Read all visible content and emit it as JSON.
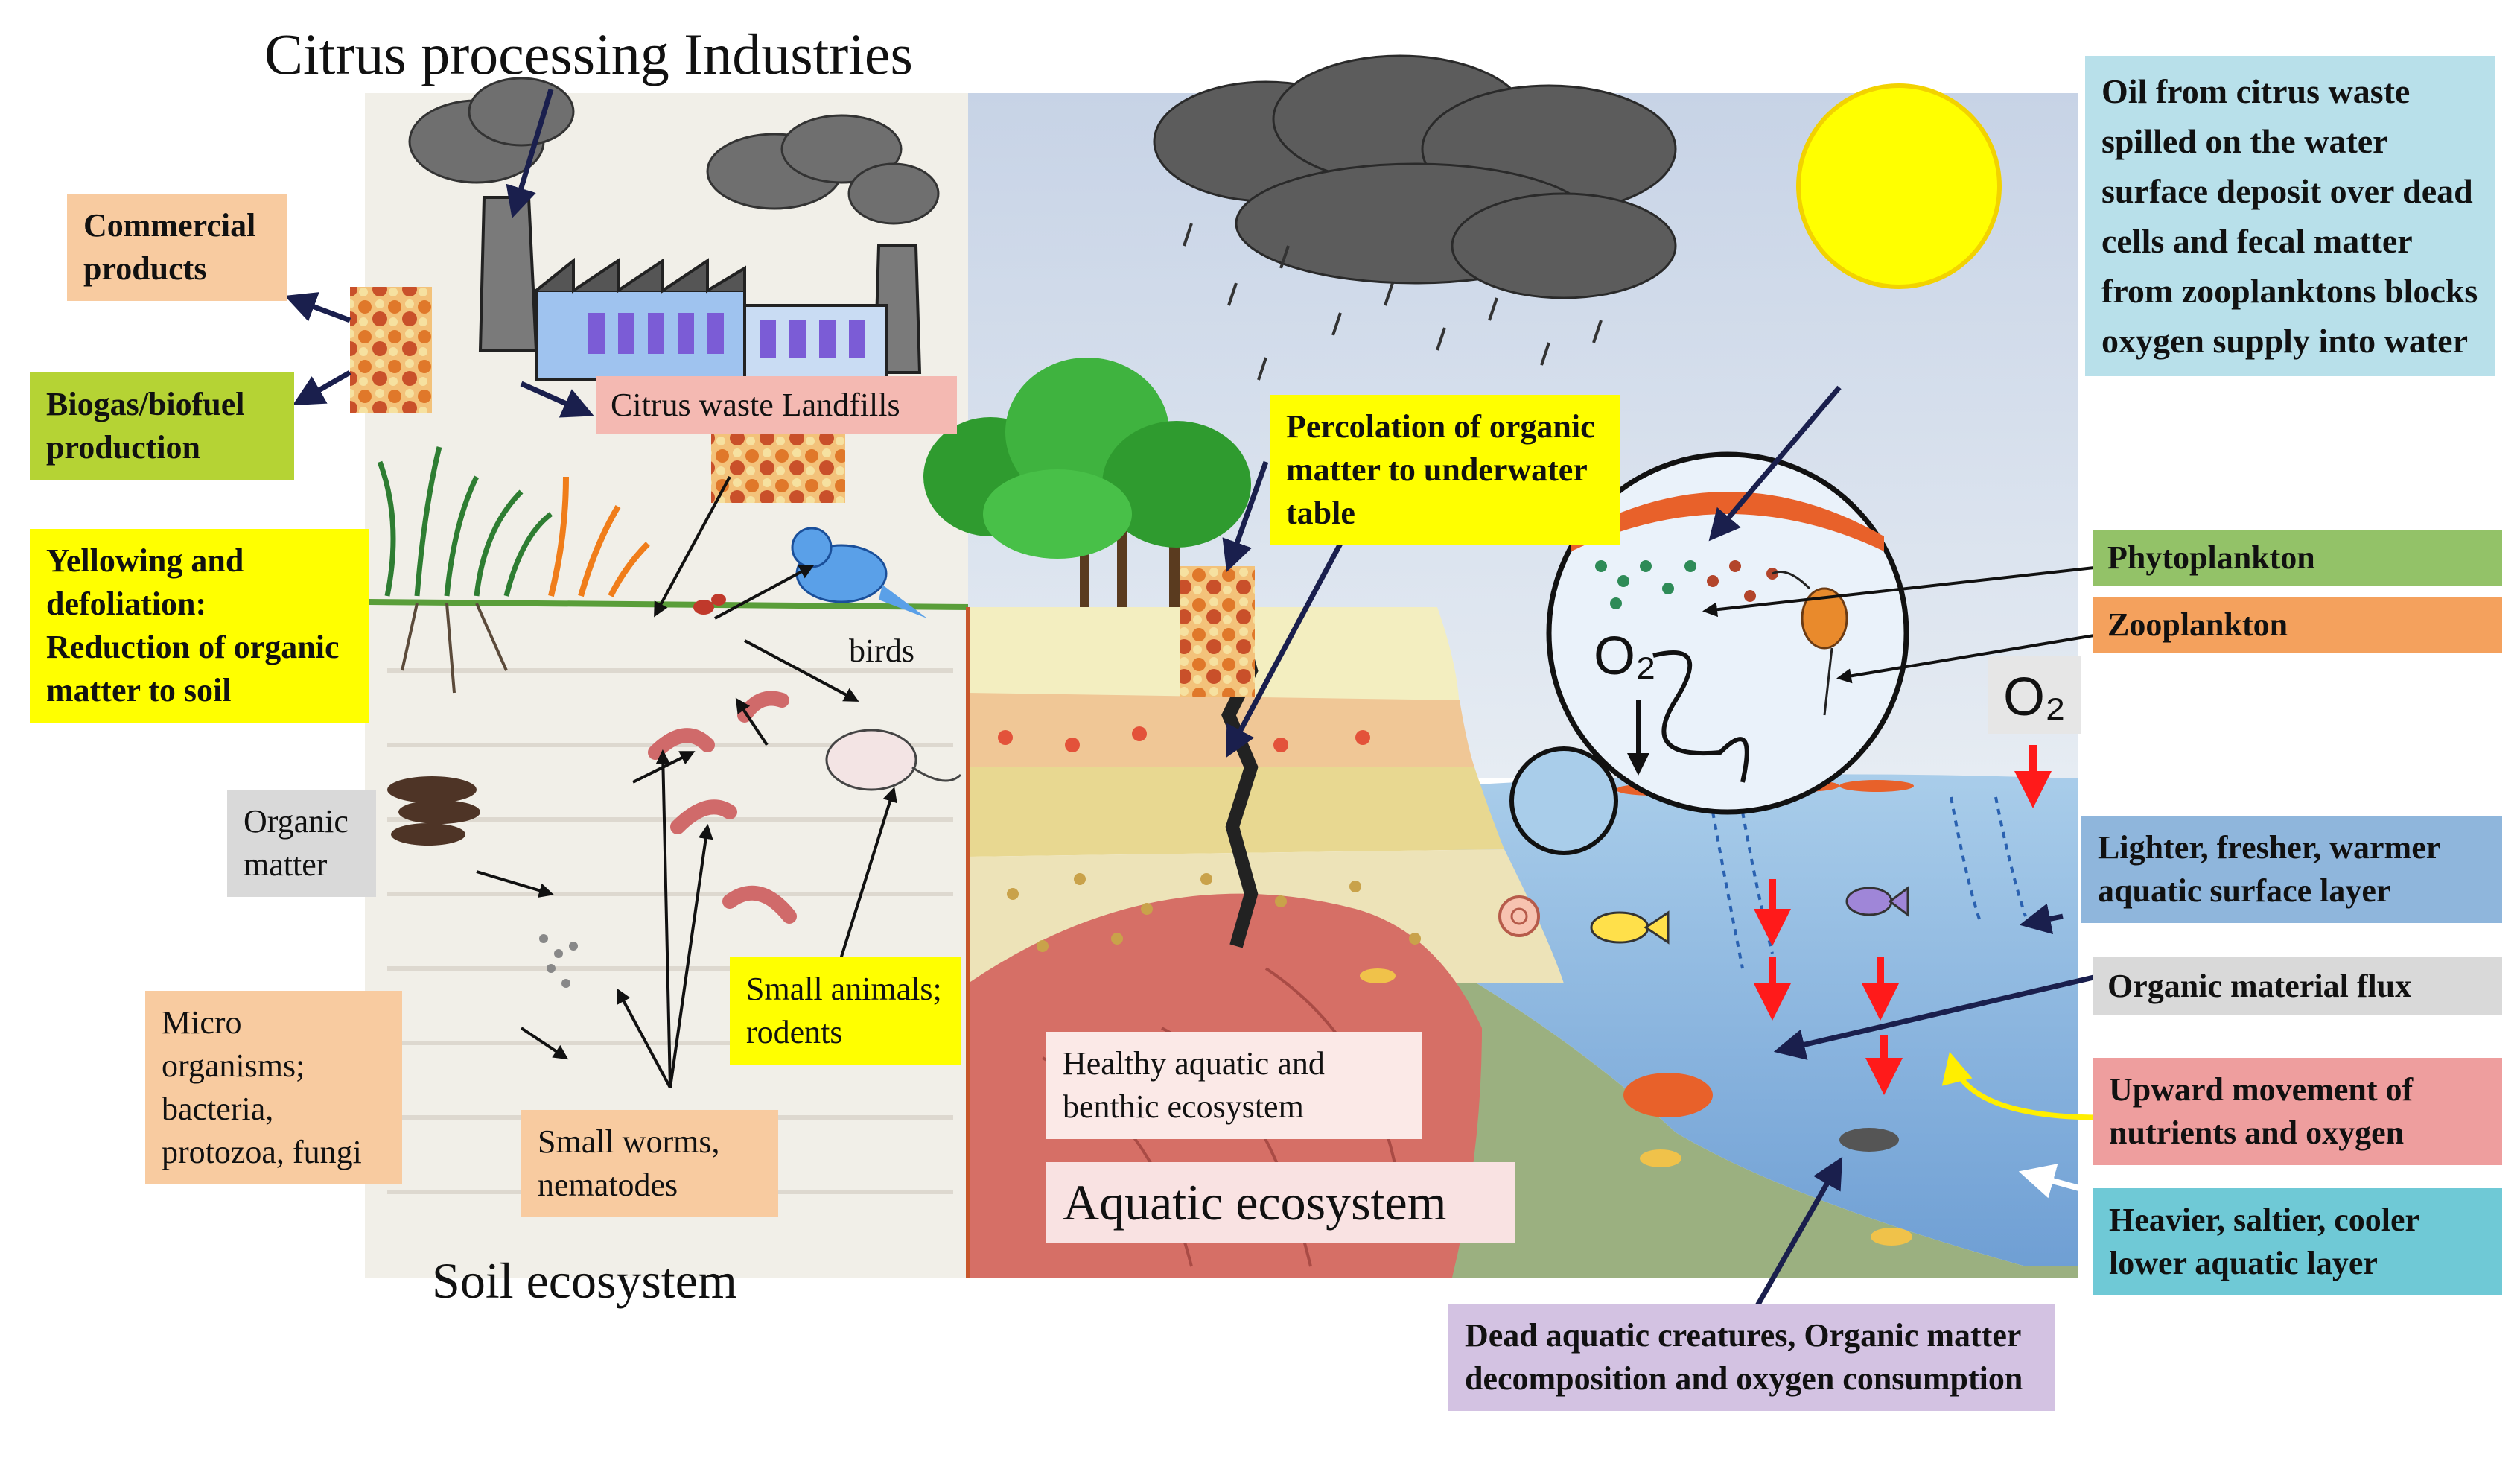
{
  "title": "Citrus processing Industries",
  "colors": {
    "peach": "#f8cba0",
    "green_label": "#b5d334",
    "yellow_label": "#ffff00",
    "grey_label": "#d9d9d9",
    "pink_label": "#f4b9b2",
    "light_blue_label": "#b8e0ea",
    "phyto_green": "#93c268",
    "zoo_orange": "#f4a15d",
    "blue_label": "#8fb6dc",
    "rose_label": "#ee9e9e",
    "teal_label": "#6fc9d6",
    "lavender_label": "#d3c2e2",
    "water": "#9cc3e6",
    "sun": "#ffff00"
  },
  "labels": {
    "commercial_products": "Commercial products",
    "biogas": "Biogas/biofuel production",
    "landfills": "Citrus waste Landfills",
    "yellowing": "Yellowing and defoliation: Reduction of organic matter to soil",
    "organic_matter": "Organic matter",
    "micro_organisms": "Micro organisms; bacteria, protozoa, fungi",
    "small_worms": "Small worms, nematodes",
    "small_animals": "Small animals; rodents",
    "birds": "birds",
    "percolation": "Percolation of organic matter to underwater table",
    "healthy_aquatic": "Healthy aquatic and benthic ecosystem",
    "aquatic_ecosystem": "Aquatic ecosystem",
    "soil_ecosystem": "Soil ecosystem",
    "oil_spill": "Oil from citrus waste spilled on the water surface deposit over dead cells and fecal matter from zooplanktons blocks oxygen supply into water",
    "phytoplankton": "Phytoplankton",
    "zooplankton": "Zooplankton",
    "lighter_layer": "Lighter, fresher, warmer aquatic surface layer",
    "organic_flux": "Organic material flux",
    "upward_movement": "Upward movement of nutrients and oxygen",
    "heavier_layer": "Heavier, saltier, cooler lower aquatic layer",
    "dead_creatures": "Dead aquatic creatures, Organic matter decomposition and oxygen consumption",
    "o2_left": "O₂",
    "o2_right": "O₂"
  },
  "icons": [
    "factory-icon",
    "chimney-smoke-icon",
    "cloud-icon",
    "rain-icon",
    "sun-icon",
    "tree-icon",
    "grass-icon",
    "bird-icon",
    "rodent-icon",
    "worm-icon",
    "ant-icon",
    "fish-icon",
    "snail-icon",
    "crab-icon",
    "zooplankton-icon",
    "citrus-waste-photo-icon",
    "magnifier-circle-icon"
  ]
}
